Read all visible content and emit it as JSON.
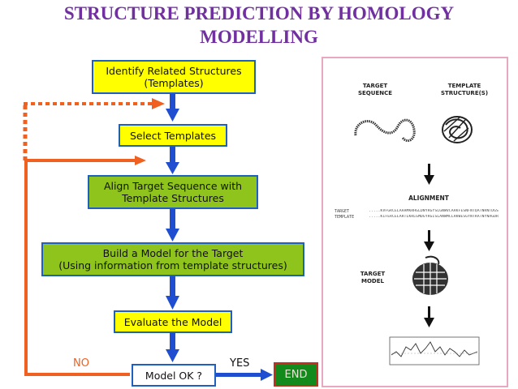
{
  "title": {
    "line1": "STRUCTURE PREDICTION BY HOMOLOGY",
    "line2": "MODELLING"
  },
  "flow": {
    "step1": {
      "line1": "Identify Related Structures",
      "line2": "(Templates)"
    },
    "step2": "Select Templates",
    "step3": {
      "line1": "Align Target Sequence with",
      "line2": "Template Structures"
    },
    "step4": {
      "line1": "Build a Model for the Target",
      "line2": "(Using information from template structures)"
    },
    "step5": "Evaluate the Model",
    "decision": "Model OK ?",
    "end": "END",
    "no_label": "NO",
    "yes_label": "YES"
  },
  "panel": {
    "target_sequence": {
      "line1": "TARGET",
      "line2": "SEQUENCE"
    },
    "template_structures": {
      "line1": "TEMPLATE",
      "line2": "STRUCTURE(S)"
    },
    "alignment": "ALIGNMENT",
    "target_row_label": "TARGET",
    "template_row_label": "TEMPLATE",
    "target_model": {
      "line1": "TARGET",
      "line2": "MODEL"
    }
  },
  "colors": {
    "title": "#7030a0",
    "box_yellow": "#ffff00",
    "box_green": "#8fc41c",
    "box_border": "#1f5fbf",
    "arrow_blue": "#1f4fd0",
    "feedback_orange": "#f06020",
    "end_fill": "#138a1c"
  }
}
